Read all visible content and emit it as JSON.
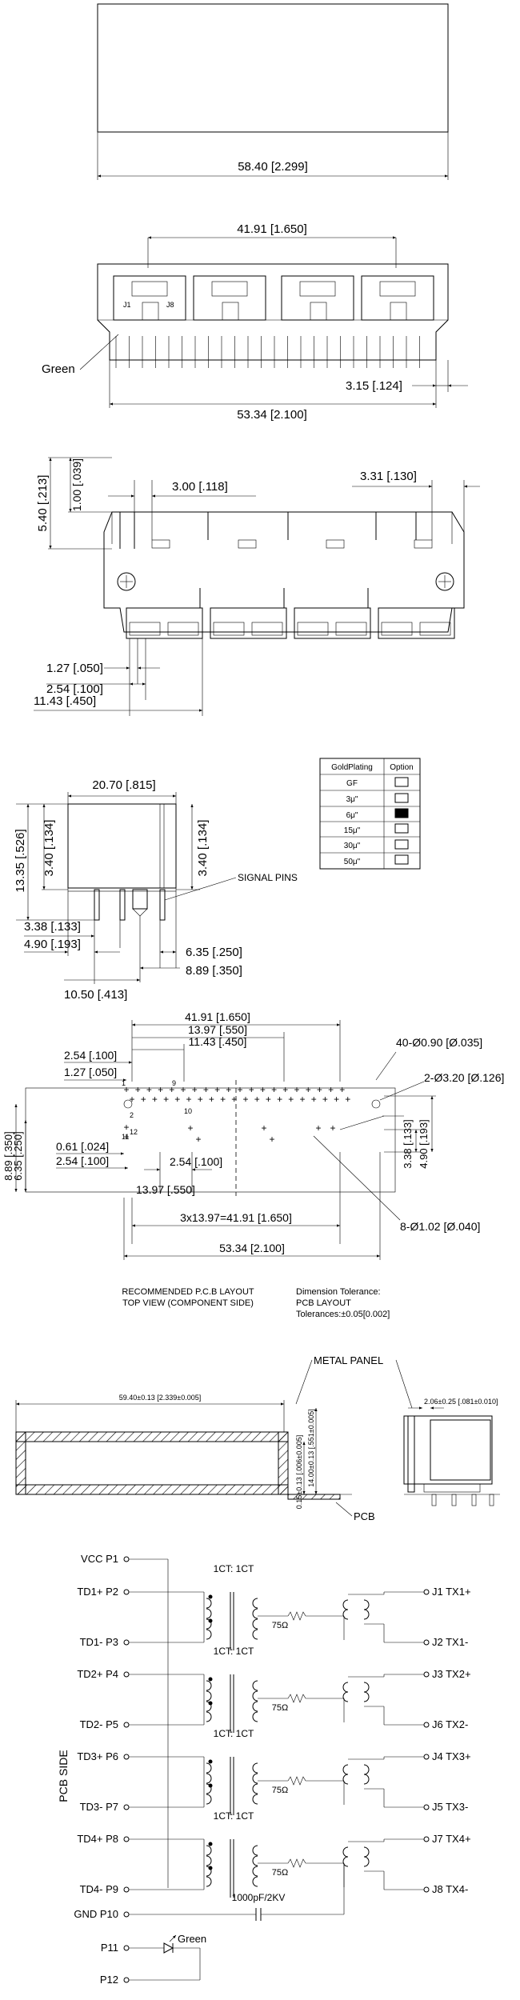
{
  "front_view": {
    "width_label": "58.40 [2.299]"
  },
  "rear_view": {
    "width_top_label": "41.91 [1.650]",
    "width_bottom_label": "53.34 [2.100]",
    "offset_label": "3.15 [.124]",
    "led_label": "Green",
    "pin_j1": "J1",
    "pin_j8": "J8"
  },
  "side_view": {
    "height_label": "5.40 [.213]",
    "sub_height_label": "1.00 [.039]",
    "left_offset_label": "3.00 [.118]",
    "right_offset_label": "3.31 [.130]",
    "pitch1_label": "1.27 [.050]",
    "pitch2_label": "2.54 [.100]",
    "pitch3_label": "11.43 [.450]"
  },
  "end_view": {
    "width_label": "20.70 [.815]",
    "total_height_label": "13.35 [.526]",
    "inner_height_label": "3.40 [.134]",
    "right_height_label": "3.40 [.134]",
    "signal_pins_label": "SIGNAL PINS",
    "d1_label": "3.38 [.133]",
    "d2_label": "4.90 [.193]",
    "d3_label": "6.35 [.250]",
    "d4_label": "8.89 [.350]",
    "d5_label": "10.50 [.413]"
  },
  "gold_plating_table": {
    "header_plating": "GoldPlating",
    "header_option": "Option",
    "rows": [
      {
        "plating": "GF",
        "selected": false
      },
      {
        "plating": "3μ\"",
        "selected": false
      },
      {
        "plating": "6μ\"",
        "selected": true
      },
      {
        "plating": "15μ\"",
        "selected": false
      },
      {
        "plating": "30μ\"",
        "selected": false
      },
      {
        "plating": "50μ\"",
        "selected": false
      }
    ]
  },
  "pcb_layout": {
    "top_dim1": "41.91 [1.650]",
    "top_dim2": "13.97 [.550]",
    "top_dim3": "11.43 [.450]",
    "left_dim1": "2.54 [.100]",
    "left_dim2": "1.27 [.050]",
    "hole_label1": "40-Ø0.90 [Ø.035]",
    "hole_label2": "2-Ø3.20 [Ø.126]",
    "hole_label3": "8-Ø1.02 [Ø.040]",
    "pin_1": "1",
    "pin_9": "9",
    "pin_10": "10",
    "pin_2": "2",
    "pin_11": "11",
    "pin_12": "12",
    "side_dim1": "0.61 [.024]",
    "side_dim2": "2.54 [.100]",
    "vert_dim1": "8.89 [.350]",
    "vert_dim2": "6.35 [.250]",
    "mid_dim": "2.54 [.100]",
    "bottom_dim1": "13.97 [.550]",
    "bottom_dim2": "3x13.97=41.91 [1.650]",
    "bottom_dim3": "53.34 [2.100]",
    "right_dim1": "3.38 [.133]",
    "right_dim2": "4.90 [.193]",
    "caption1": "RECOMMENDED P.C.B LAYOUT",
    "caption2": "TOP VIEW (COMPONENT SIDE)",
    "tol1": "Dimension Tolerance:",
    "tol2": "PCB LAYOUT",
    "tol3": "Tolerances:±0.05[0.002]"
  },
  "panel_view": {
    "metal_panel_label": "METAL PANEL",
    "cut_width_label": "59.40±0.13 [2.339±0.005]",
    "cut_h1_label": "0.15±0.13 [.006±0.005]",
    "cut_h2_label": "14.00±0.13 [.551±0.005]",
    "side_label": "2.06±0.25 [.081±0.010]",
    "pcb_label": "PCB"
  },
  "schematic": {
    "pcb_side_label": "PCB SIDE",
    "ratio_label": "1CT: 1CT",
    "resistor_label": "75Ω",
    "cap_label": "1000pF/2KV",
    "vcc": "VCC P1",
    "gnd": "GND P10",
    "p11": "P11",
    "p12": "P12",
    "led_label": "Green",
    "channels": [
      {
        "pos": "TD1+ P2",
        "neg": "TD1- P3",
        "out_pos": "J1  TX1+",
        "out_neg": "J2  TX1-"
      },
      {
        "pos": "TD2+ P4",
        "neg": "TD2- P5",
        "out_pos": "J3  TX2+",
        "out_neg": "J6  TX2-"
      },
      {
        "pos": "TD3+ P6",
        "neg": "TD3- P7",
        "out_pos": "J4  TX3+",
        "out_neg": "J5  TX3-"
      },
      {
        "pos": "TD4+ P8",
        "neg": "TD4- P9",
        "out_pos": "J7  TX4+",
        "out_neg": "J8  TX4-"
      }
    ]
  }
}
